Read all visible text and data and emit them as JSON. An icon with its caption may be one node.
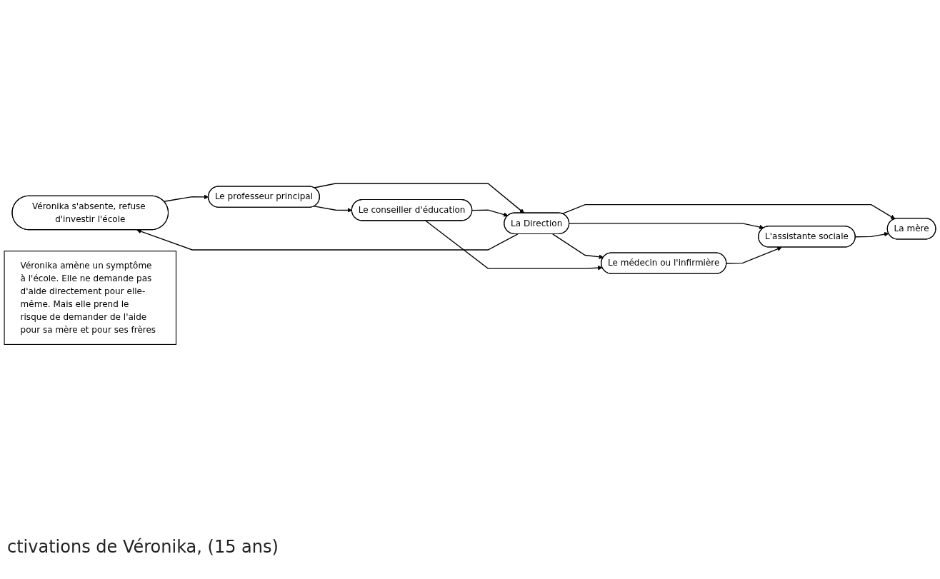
{
  "diagram": {
    "nodes": [
      {
        "text": [
          "Véronika s'absente, refuse d'investir l'école"
        ]
      },
      {
        "text": [
          "Le professeur principal"
        ]
      },
      {
        "text": [
          "La mère"
        ]
      },
      {
        "text": [
          "La Direction"
        ]
      },
      {
        "text": [
          "Le conseiller d'éducation"
        ]
      },
      {
        "text": [
          "L'assistante sociale"
        ]
      },
      {
        "text": [
          "Le médecin ou l'infirmière"
        ]
      },
      {
        "text": [
          "Véronika amène un symptôme à l'école. Elle ne demande pas d'aide directement pour elle-même. Mais elle prend le risque de demander de l'aide pour sa mère et pour ses frères"
        ]
      }
    ],
    "edges": [
      {
        "from": 0,
        "to": 1,
        "arrow": "to"
      },
      {
        "from": 1,
        "to": 3,
        "arrow": "to"
      },
      {
        "from": 1,
        "to": 4,
        "arrow": "to"
      },
      {
        "from": 3,
        "to": 0,
        "arrow": "to"
      },
      {
        "from": 3,
        "to": 2,
        "arrow": "to"
      },
      {
        "from": 4,
        "to": 3,
        "arrow": "to"
      },
      {
        "from": 3,
        "to": 5,
        "arrow": "to"
      },
      {
        "from": 3,
        "to": 6,
        "arrow": "to"
      },
      {
        "from": 4,
        "to": 6,
        "arrow": "to"
      },
      {
        "from": 6,
        "to": 5,
        "arrow": "to"
      },
      {
        "from": 5,
        "to": 2,
        "arrow": "to"
      }
    ],
    "labels": [
      "ctivations de Véronika, (15 ans)"
    ]
  }
}
